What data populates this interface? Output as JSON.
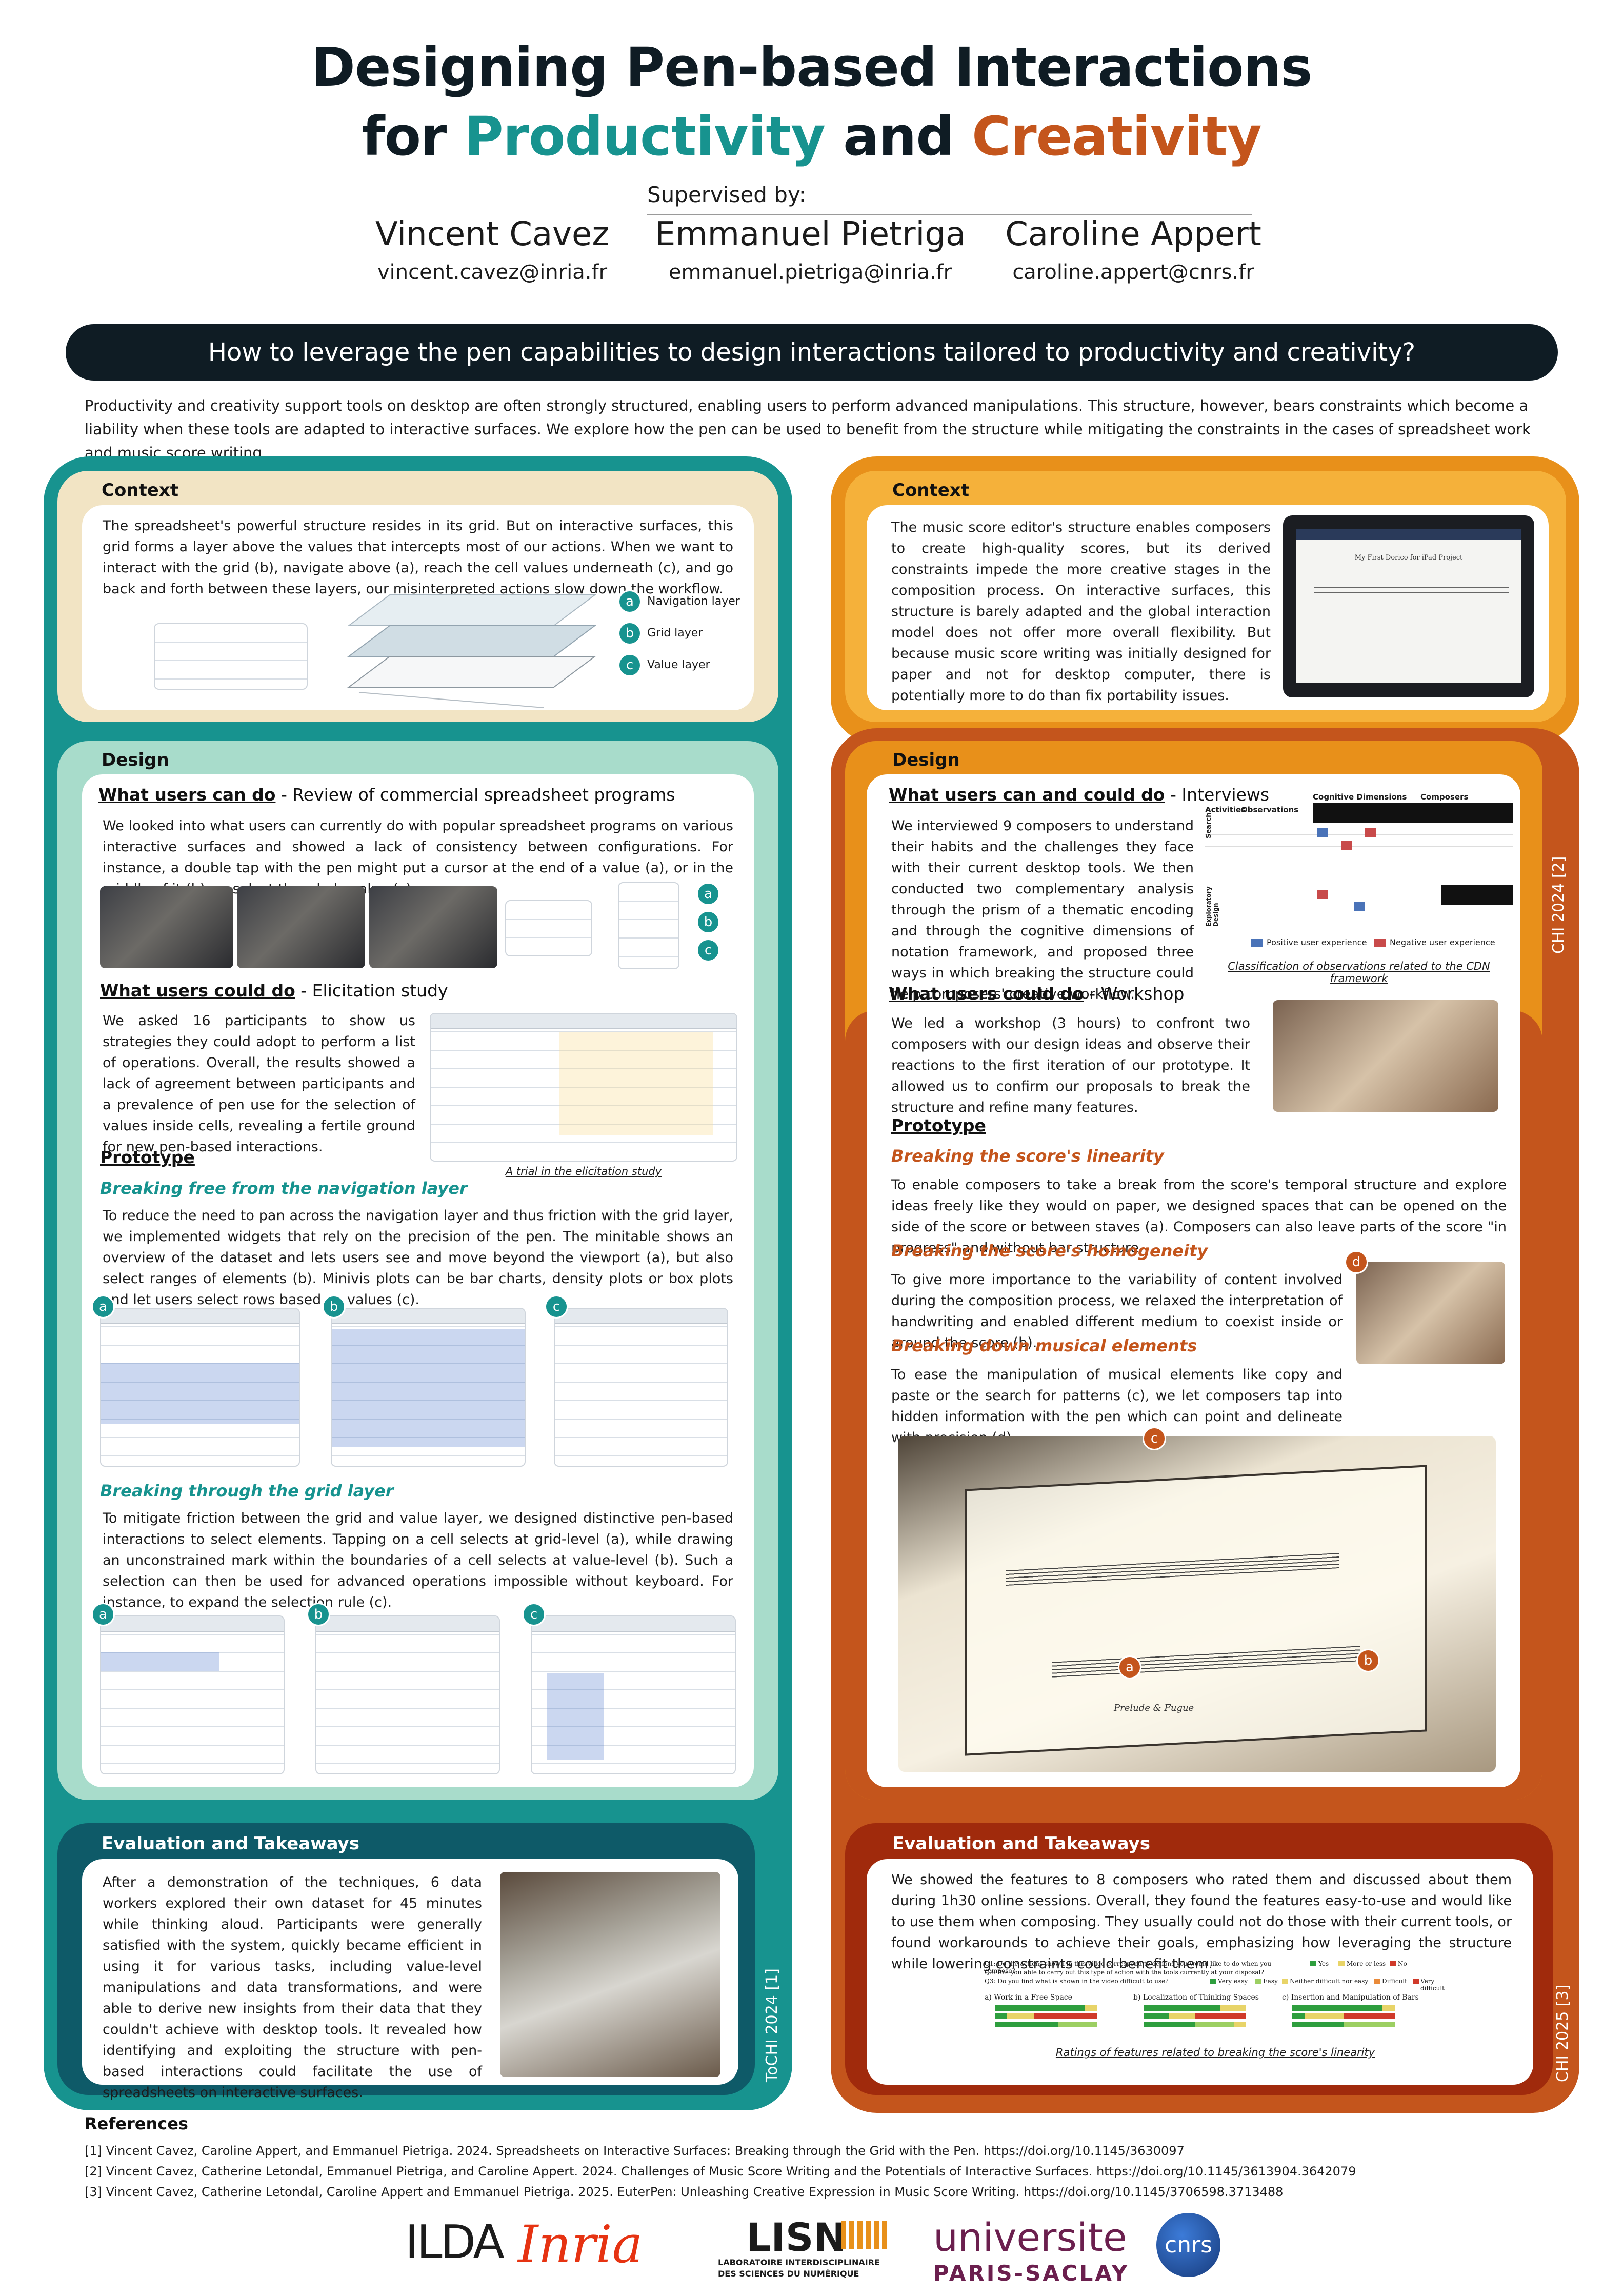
{
  "header": {
    "title_line1": "Designing Pen-based Interactions",
    "title_for": "for ",
    "title_productivity": "Productivity",
    "title_and": " and ",
    "title_creativity": "Creativity",
    "supervised_by": "Supervised by:",
    "authors": [
      {
        "name": "Vincent Cavez",
        "email": "vincent.cavez@inria.fr"
      },
      {
        "name": "Emmanuel Pietriga",
        "email": "emmanuel.pietriga@inria.fr"
      },
      {
        "name": "Caroline Appert",
        "email": "caroline.appert@cnrs.fr"
      }
    ]
  },
  "question": "How to leverage the pen capabilities to design interactions tailored to productivity and creativity?",
  "intro": "Productivity and creativity support tools on desktop are often strongly structured, enabling users to perform advanced manipulations. This structure, however, bears constraints which become a liability when these tools are adapted to interactive surfaces. We explore how the pen can be used to benefit from the structure while mitigating the constraints in the cases of spreadsheet work and music score writing.",
  "colors": {
    "teal": "#17938f",
    "orange": "#c4551c",
    "amber": "#e8901a",
    "dark": "#0f1c24",
    "cream": "#f2e4c4",
    "mint": "#a8dccb"
  },
  "left": {
    "context": {
      "heading": "Context",
      "text": "The spreadsheet's powerful structure resides in its grid. But on interactive surfaces, this grid forms a layer above the values that intercepts most of our actions. When we want to interact with the grid (b), navigate above (a), reach the cell values underneath (c), and go back and forth between these layers, our misinterpreted actions slow down the workflow.",
      "layers": [
        {
          "badge": "a",
          "label": "Navigation layer"
        },
        {
          "badge": "b",
          "label": "Grid layer"
        },
        {
          "badge": "c",
          "label": "Value layer"
        }
      ]
    },
    "design": {
      "heading": "Design",
      "review_title": "What users can do",
      "review_subtitle": " - Review of commercial spreadsheet programs",
      "review_text": "We looked into what users can currently do with popular spreadsheet programs on various interactive surfaces and showed a lack of consistency between configurations. For instance, a double tap with the pen might put a cursor at the end of a value (a), or in the middle of it (b), or select the whole value (c).",
      "elicit_title": "What users could do",
      "elicit_subtitle": " - Elicitation study",
      "elicit_text": "We asked 16 participants to show us strategies they could adopt to perform a list of operations. Overall, the results showed a lack of agreement between participants and a prevalence of pen use for the selection of values inside cells, revealing a fertile ground for new pen-based interactions.",
      "elicit_caption": "A trial in the elicitation study",
      "prototype": "Prototype",
      "nav_heading": "Breaking free from the navigation layer",
      "nav_text": "To reduce the need to pan across the navigation layer and thus friction with the grid layer, we implemented widgets that rely on the precision of the pen. The minitable shows an overview of the dataset and lets users see and move beyond the viewport (a), but also select ranges of elements (b). Minivis plots can be bar charts, density plots or box plots and let users select rows based on values (c).",
      "grid_heading": "Breaking through the grid layer",
      "grid_text": "To mitigate friction between the grid and value layer, we designed distinctive pen-based interactions to select elements. Tapping on a cell selects at grid-level (a), while drawing an unconstrained mark within the boundaries of a cell selects at value-level (b). Such a selection can then be used for advanced operations impossible without keyboard. For instance, to expand the selection rule (c)."
    },
    "evaluation": {
      "heading": "Evaluation and Takeaways",
      "text": "After a demonstration of the techniques, 6 data workers explored their own dataset for 45 minutes while thinking aloud. Participants were generally satisfied with the system, quickly became efficient in using it for various tasks, including value-level manipulations and data transformations, and were able to derive new insights from their data that they couldn't achieve with desktop tools. It revealed how identifying and exploiting the structure with pen-based interactions could facilitate the use of spreadsheets on interactive surfaces.",
      "side": "ToCHI 2024 [1]"
    }
  },
  "right": {
    "context": {
      "heading": "Context",
      "text": "The music score editor's structure enables composers to create high-quality scores, but its derived constraints impede the more creative stages in the composition process. On interactive surfaces, this structure is barely adapted and the global interaction model does not offer more overall flexibility. But because music score writing was initially designed for paper and not for desktop computer, there is potentially more to do than fix portability issues.",
      "screen_title": "My First Dorico for iPad Project"
    },
    "design": {
      "heading": "Design",
      "interviews_title": "What users can and could do",
      "interviews_subtitle": " - Interviews",
      "interviews_text": "We interviewed 9 composers to understand their habits and the challenges they face with their current desktop tools. We then conducted two complementary analysis through the prism of a thematic encoding and through the cognitive dimensions of notation framework, and proposed three ways in which breaking the structure could help composers' creative workflow.",
      "table_headers": [
        "Activities",
        "Observations",
        "Cognitive Dimensions",
        "Composers"
      ],
      "table_rows": [
        "Search",
        "Exploratory Design"
      ],
      "legend_positive": "Positive user experience",
      "legend_negative": "Negative user experience",
      "table_caption": "Classification of observations related to the CDN framework",
      "side_top": "CHI 2024 [2]",
      "workshop_title": "What users could do",
      "workshop_subtitle": " - Workshop",
      "workshop_text": "We led a workshop (3 hours) to confront two composers with our design ideas and observe their reactions to the first iteration of our prototype. It allowed us to confirm our proposals to break the structure and refine many features.",
      "prototype": "Prototype",
      "linearity_heading": "Breaking the score's linearity",
      "linearity_text": "To enable composers to take a break from the score's temporal structure and explore ideas freely like they would on paper, we designed spaces that can be opened on the side of the score or between staves (a). Composers can also leave parts of the score \"in progress\" and without bar structure.",
      "homogeneity_heading": "Breaking the score's homogeneity",
      "homogeneity_text": "To give more importance to the variability of content involved during the composition process, we relaxed the interpretation of handwriting and enabled different medium to coexist inside or around the score (b).",
      "elements_heading": "Breaking down musical elements",
      "elements_text": "To ease the manipulation of musical elements like copy and paste or the search for patterns (c), we let composers tap into hidden information with the pen which can point and delineate with precision (d).",
      "score_title": "Prelude & Fugue"
    },
    "evaluation": {
      "heading": "Evaluation and Takeaways",
      "text": "We showed the features to 8 composers who rated them and discussed about them during 1h30 online sessions. Overall, they found the features easy-to-use and would like to use them when composing. They usually could not do those with their current tools, or found workarounds to achieve their goals, emphasizing how leveraging the structure while lowering constraints could benefit them.",
      "questions": [
        "Q1: Do the actions shown in this video correspond to actions you would like to do when you compose?",
        "Q2: Are you able to carry out this type of action with the tools currently at your disposal?",
        "Q3: Do you find what is shown in the video difficult to use?"
      ],
      "legend_a": [
        "Yes",
        "More or less",
        "No"
      ],
      "legend_b": [
        "Very easy",
        "Easy",
        "Neither difficult nor easy",
        "Difficult",
        "Very difficult"
      ],
      "features": [
        "a) Work in a Free Space",
        "b) Localization of Thinking Spaces",
        "c) Insertion and Manipulation of Bars"
      ],
      "caption": "Ratings of features related to breaking the score's linearity",
      "side": "CHI 2025 [3]"
    }
  },
  "references": {
    "heading": "References",
    "items": [
      "[1] Vincent Cavez, Caroline Appert, and Emmanuel Pietriga. 2024. Spreadsheets on Interactive Surfaces: Breaking through the Grid with the Pen. https://doi.org/10.1145/3630097",
      "[2] Vincent Cavez, Catherine Letondal, Emmanuel Pietriga, and Caroline Appert. 2024. Challenges of Music Score Writing and the Potentials of Interactive Surfaces. https://doi.org/10.1145/3613904.3642079",
      "[3] Vincent Cavez, Catherine Letondal, Caroline Appert and Emmanuel Pietriga. 2025. EuterPen: Unleashing Creative Expression in Music Score Writing. https://doi.org/10.1145/3706598.3713488"
    ]
  },
  "logos": {
    "ilda": "ILDA",
    "inria": "Inria",
    "lisn": "LISN",
    "lisn_sub1": "LABORATOIRE INTERDISCIPLINAIRE",
    "lisn_sub2": "DES SCIENCES DU NUMÉRIQUE",
    "ups": "universite",
    "ups_sub": "PARIS-SACLAY",
    "cnrs": "cnrs"
  }
}
